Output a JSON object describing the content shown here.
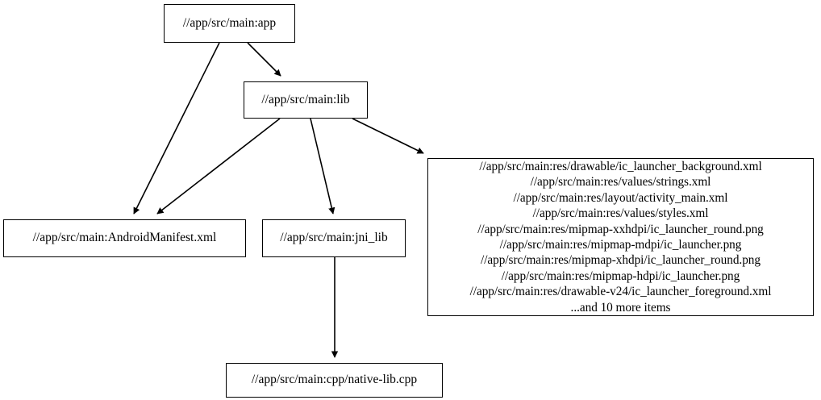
{
  "graph": {
    "type": "directed-dependency-graph",
    "background_color": "#ffffff",
    "node_border_color": "#000000",
    "edge_color": "#000000",
    "nodes": [
      {
        "id": "app",
        "label": "//app/src/main:app"
      },
      {
        "id": "lib",
        "label": "//app/src/main:lib"
      },
      {
        "id": "manifest",
        "label": "//app/src/main:AndroidManifest.xml"
      },
      {
        "id": "jni_lib",
        "label": "//app/src/main:jni_lib"
      },
      {
        "id": "native_lib",
        "label": "//app/src/main:cpp/native-lib.cpp"
      },
      {
        "id": "res_files",
        "label": "//app/src/main:res/drawable/ic_launcher_background.xml\n//app/src/main:res/values/strings.xml\n//app/src/main:res/layout/activity_main.xml\n//app/src/main:res/values/styles.xml\n//app/src/main:res/mipmap-xxhdpi/ic_launcher_round.png\n//app/src/main:res/mipmap-mdpi/ic_launcher.png\n//app/src/main:res/mipmap-xhdpi/ic_launcher_round.png\n//app/src/main:res/mipmap-hdpi/ic_launcher.png\n//app/src/main:res/drawable-v24/ic_launcher_foreground.xml\n...and 10 more items",
        "lines": [
          "//app/src/main:res/drawable/ic_launcher_background.xml",
          "//app/src/main:res/values/strings.xml",
          "//app/src/main:res/layout/activity_main.xml",
          "//app/src/main:res/values/styles.xml",
          "//app/src/main:res/mipmap-xxhdpi/ic_launcher_round.png",
          "//app/src/main:res/mipmap-mdpi/ic_launcher.png",
          "//app/src/main:res/mipmap-xhdpi/ic_launcher_round.png",
          "//app/src/main:res/mipmap-hdpi/ic_launcher.png",
          "//app/src/main:res/drawable-v24/ic_launcher_foreground.xml",
          "...and 10 more items"
        ],
        "overflow_note": "...and 10 more items"
      }
    ],
    "edges": [
      {
        "from": "app",
        "to": "manifest"
      },
      {
        "from": "app",
        "to": "lib"
      },
      {
        "from": "lib",
        "to": "manifest"
      },
      {
        "from": "lib",
        "to": "jni_lib"
      },
      {
        "from": "lib",
        "to": "res_files"
      },
      {
        "from": "jni_lib",
        "to": "native_lib"
      }
    ]
  }
}
